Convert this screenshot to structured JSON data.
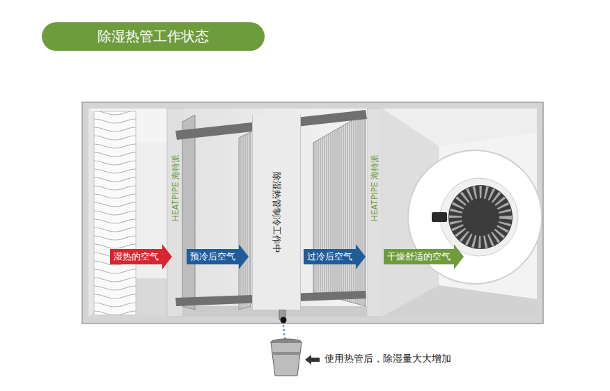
{
  "diagram": {
    "title": "除湿热管工作状态",
    "nodes": [
      {
        "text": [
          "湿热的空气"
        ]
      },
      {
        "text": [
          "预冷后空气"
        ]
      },
      {
        "text": [
          "除湿热管制冷工作中"
        ]
      },
      {
        "text": [
          "过冷后空气"
        ]
      },
      {
        "text": [
          "干燥舒适的空气"
        ]
      }
    ],
    "labels": [
      "HEATPIPE 海特派",
      "HEATPIPE 海特派",
      "使用热管后，除湿量大大增加"
    ]
  }
}
